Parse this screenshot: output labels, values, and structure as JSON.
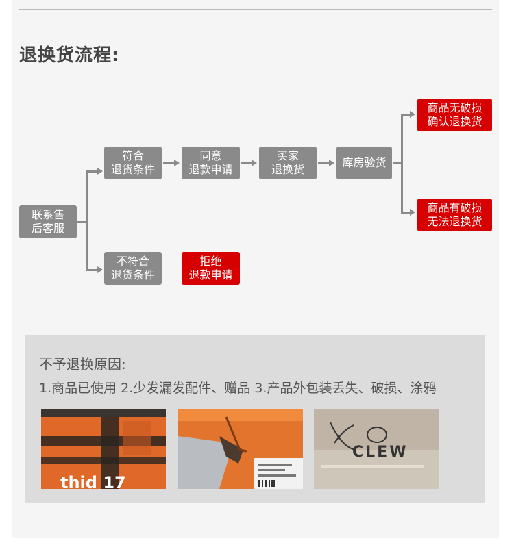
{
  "title": "退换货流程:",
  "flow": {
    "start": [
      "联系售",
      "后客服"
    ],
    "eligible": [
      "符合",
      "退货条件"
    ],
    "agree": [
      "同意",
      "退款申请"
    ],
    "buyer_return": [
      "买家",
      "退换货"
    ],
    "warehouse": [
      "库房验货"
    ],
    "no_damage": [
      "商品无破损",
      "确认退换货"
    ],
    "has_damage": [
      "商品有破损",
      "无法退换货"
    ],
    "ineligible": [
      "不符合",
      "退货条件"
    ],
    "reject": [
      "拒绝",
      "退款申请"
    ]
  },
  "reasons": {
    "title": "不予退换原因:",
    "list": "1.商品已使用  2.少发漏发配件、赠品  3.产品外包装丢失、破损、涂鸦"
  },
  "photos": {
    "box1_text": "thid 17",
    "box3_text": "CLEW"
  },
  "colors": {
    "gray_box": "#8a8a8a",
    "red_box": "#d60000",
    "reason_bg": "#dcdcdc"
  }
}
